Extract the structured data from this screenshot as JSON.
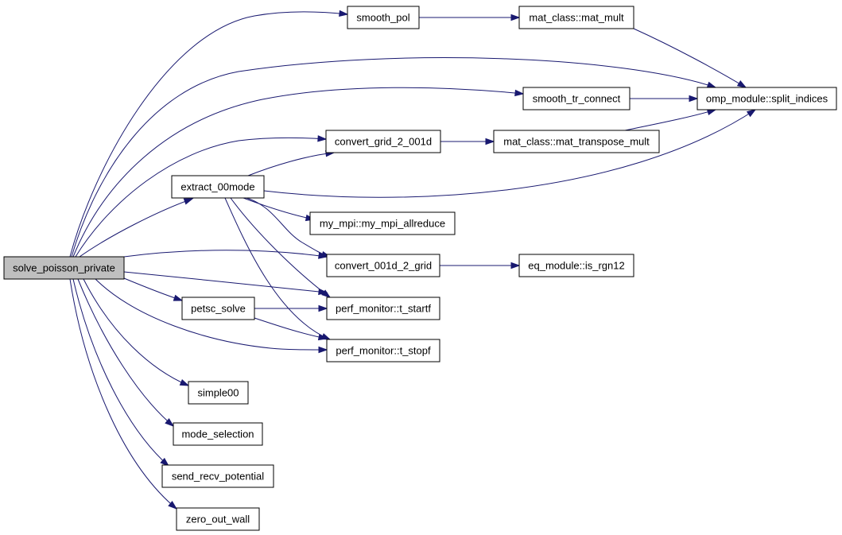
{
  "graph": {
    "colors": {
      "edge": "#191970",
      "root_fill": "#bfbfbf",
      "node_fill": "#ffffff",
      "node_stroke": "#000000"
    },
    "nodes": [
      {
        "id": "solve_poisson_private",
        "label": "solve_poisson_private",
        "root": true
      },
      {
        "id": "smooth_pol",
        "label": "smooth_pol"
      },
      {
        "id": "mat_mult",
        "label": "mat_class::mat_mult"
      },
      {
        "id": "split_indices",
        "label": "omp_module::split_indices"
      },
      {
        "id": "smooth_tr_connect",
        "label": "smooth_tr_connect"
      },
      {
        "id": "convert_grid_2_001d",
        "label": "convert_grid_2_001d"
      },
      {
        "id": "mat_transpose_mult",
        "label": "mat_class::mat_transpose_mult"
      },
      {
        "id": "extract_00mode",
        "label": "extract_00mode"
      },
      {
        "id": "my_mpi_allreduce",
        "label": "my_mpi::my_mpi_allreduce"
      },
      {
        "id": "convert_001d_2_grid",
        "label": "convert_001d_2_grid"
      },
      {
        "id": "is_rgn12",
        "label": "eq_module::is_rgn12"
      },
      {
        "id": "petsc_solve",
        "label": "petsc_solve"
      },
      {
        "id": "t_startf",
        "label": "perf_monitor::t_startf"
      },
      {
        "id": "t_stopf",
        "label": "perf_monitor::t_stopf"
      },
      {
        "id": "simple00",
        "label": "simple00"
      },
      {
        "id": "mode_selection",
        "label": "mode_selection"
      },
      {
        "id": "send_recv_potential",
        "label": "send_recv_potential"
      },
      {
        "id": "zero_out_wall",
        "label": "zero_out_wall"
      }
    ],
    "edges": [
      {
        "id": "solve_poisson_private-smooth_pol",
        "from": "solve_poisson_private",
        "to": "smooth_pol"
      },
      {
        "id": "solve_poisson_private-split_indices",
        "from": "solve_poisson_private",
        "to": "split_indices"
      },
      {
        "id": "solve_poisson_private-smooth_tr_connect",
        "from": "solve_poisson_private",
        "to": "smooth_tr_connect"
      },
      {
        "id": "solve_poisson_private-convert_grid_2_001d",
        "from": "solve_poisson_private",
        "to": "convert_grid_2_001d"
      },
      {
        "id": "solve_poisson_private-extract_00mode",
        "from": "solve_poisson_private",
        "to": "extract_00mode"
      },
      {
        "id": "solve_poisson_private-convert_001d_2_grid",
        "from": "solve_poisson_private",
        "to": "convert_001d_2_grid"
      },
      {
        "id": "solve_poisson_private-t_startf",
        "from": "solve_poisson_private",
        "to": "t_startf"
      },
      {
        "id": "solve_poisson_private-petsc_solve",
        "from": "solve_poisson_private",
        "to": "petsc_solve"
      },
      {
        "id": "solve_poisson_private-t_stopf",
        "from": "solve_poisson_private",
        "to": "t_stopf"
      },
      {
        "id": "solve_poisson_private-simple00",
        "from": "solve_poisson_private",
        "to": "simple00"
      },
      {
        "id": "solve_poisson_private-mode_selection",
        "from": "solve_poisson_private",
        "to": "mode_selection"
      },
      {
        "id": "solve_poisson_private-send_recv_potential",
        "from": "solve_poisson_private",
        "to": "send_recv_potential"
      },
      {
        "id": "solve_poisson_private-zero_out_wall",
        "from": "solve_poisson_private",
        "to": "zero_out_wall"
      },
      {
        "id": "smooth_pol-mat_mult",
        "from": "smooth_pol",
        "to": "mat_mult"
      },
      {
        "id": "mat_mult-split_indices",
        "from": "mat_mult",
        "to": "split_indices"
      },
      {
        "id": "smooth_tr_connect-split_indices",
        "from": "smooth_tr_connect",
        "to": "split_indices"
      },
      {
        "id": "convert_grid_2_001d-mat_transpose_mult",
        "from": "convert_grid_2_001d",
        "to": "mat_transpose_mult"
      },
      {
        "id": "mat_transpose_mult-split_indices",
        "from": "mat_transpose_mult",
        "to": "split_indices"
      },
      {
        "id": "extract_00mode-convert_grid_2_001d",
        "from": "extract_00mode",
        "to": "convert_grid_2_001d"
      },
      {
        "id": "extract_00mode-split_indices",
        "from": "extract_00mode",
        "to": "split_indices"
      },
      {
        "id": "extract_00mode-my_mpi_allreduce",
        "from": "extract_00mode",
        "to": "my_mpi_allreduce"
      },
      {
        "id": "extract_00mode-convert_001d_2_grid",
        "from": "extract_00mode",
        "to": "convert_001d_2_grid"
      },
      {
        "id": "extract_00mode-t_startf",
        "from": "extract_00mode",
        "to": "t_startf"
      },
      {
        "id": "extract_00mode-t_stopf",
        "from": "extract_00mode",
        "to": "t_stopf"
      },
      {
        "id": "convert_001d_2_grid-is_rgn12",
        "from": "convert_001d_2_grid",
        "to": "is_rgn12"
      },
      {
        "id": "petsc_solve-t_startf",
        "from": "petsc_solve",
        "to": "t_startf"
      },
      {
        "id": "petsc_solve-t_stopf",
        "from": "petsc_solve",
        "to": "t_stopf"
      }
    ]
  }
}
